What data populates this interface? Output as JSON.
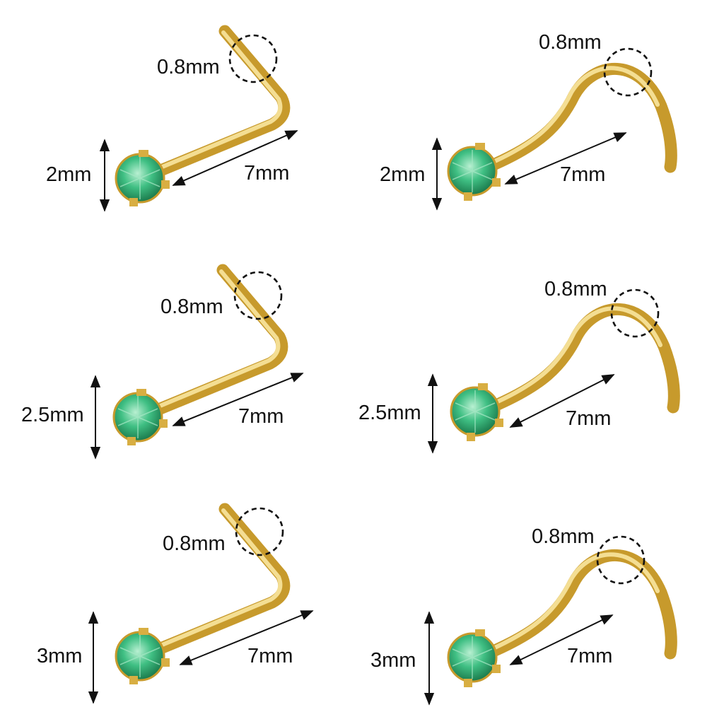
{
  "colors": {
    "gold": "#c79a2c",
    "gem": "#2fa86f"
  },
  "studs": [
    {
      "gauge": "0.8mm",
      "gem_size": "2mm",
      "length": "7mm",
      "style": "L-shape"
    },
    {
      "gauge": "0.8mm",
      "gem_size": "2mm",
      "length": "7mm",
      "style": "screw"
    },
    {
      "gauge": "0.8mm",
      "gem_size": "2.5mm",
      "length": "7mm",
      "style": "L-shape"
    },
    {
      "gauge": "0.8mm",
      "gem_size": "2.5mm",
      "length": "7mm",
      "style": "screw"
    },
    {
      "gauge": "0.8mm",
      "gem_size": "3mm",
      "length": "7mm",
      "style": "L-shape"
    },
    {
      "gauge": "0.8mm",
      "gem_size": "3mm",
      "length": "7mm",
      "style": "screw"
    }
  ]
}
